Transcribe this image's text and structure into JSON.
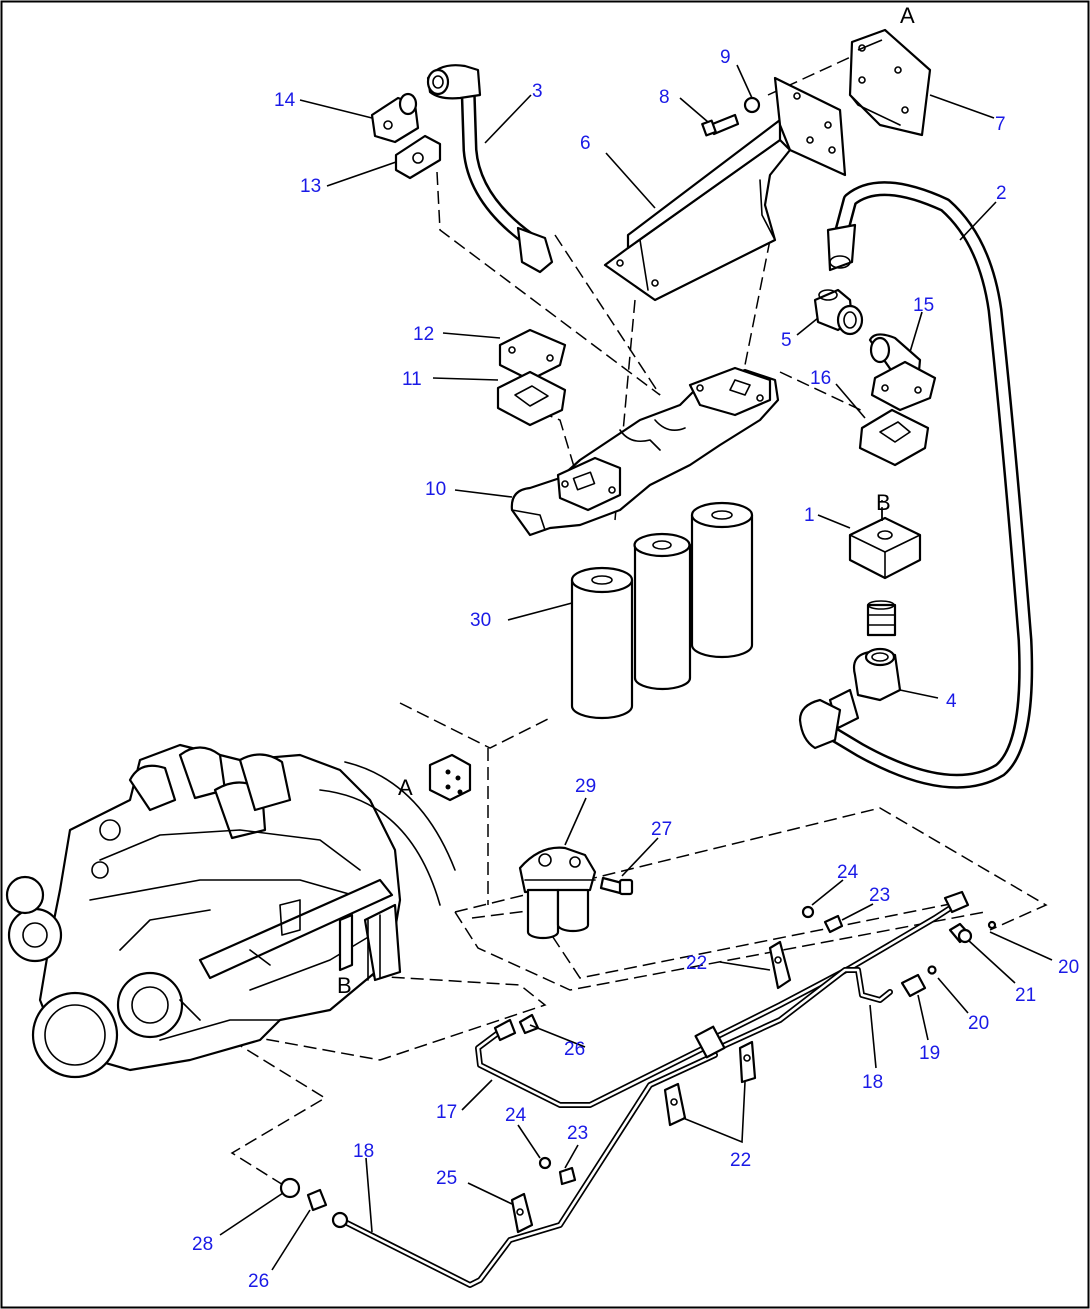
{
  "diagram": {
    "border_color": "#000000",
    "label_color": "#1a1ae6",
    "reference_letters": {
      "a_top": "A",
      "a_mid": "A",
      "b_top": "B",
      "b_engine": "B"
    },
    "callouts": {
      "p1": "1",
      "p2": "2",
      "p3": "3",
      "p4": "4",
      "p5": "5",
      "p6": "6",
      "p7": "7",
      "p8": "8",
      "p9": "9",
      "p10": "10",
      "p11": "11",
      "p12": "12",
      "p13": "13",
      "p14": "14",
      "p15": "15",
      "p16": "16",
      "p17": "17",
      "p18a": "18",
      "p18b": "18",
      "p19": "19",
      "p20a": "20",
      "p20b": "20",
      "p21": "21",
      "p22a": "22",
      "p22b": "22",
      "p23a": "23",
      "p23b": "23",
      "p24a": "24",
      "p24b": "24",
      "p25": "25",
      "p26a": "26",
      "p26b": "26",
      "p27": "27",
      "p28": "28",
      "p29": "29",
      "p30": "30"
    }
  }
}
